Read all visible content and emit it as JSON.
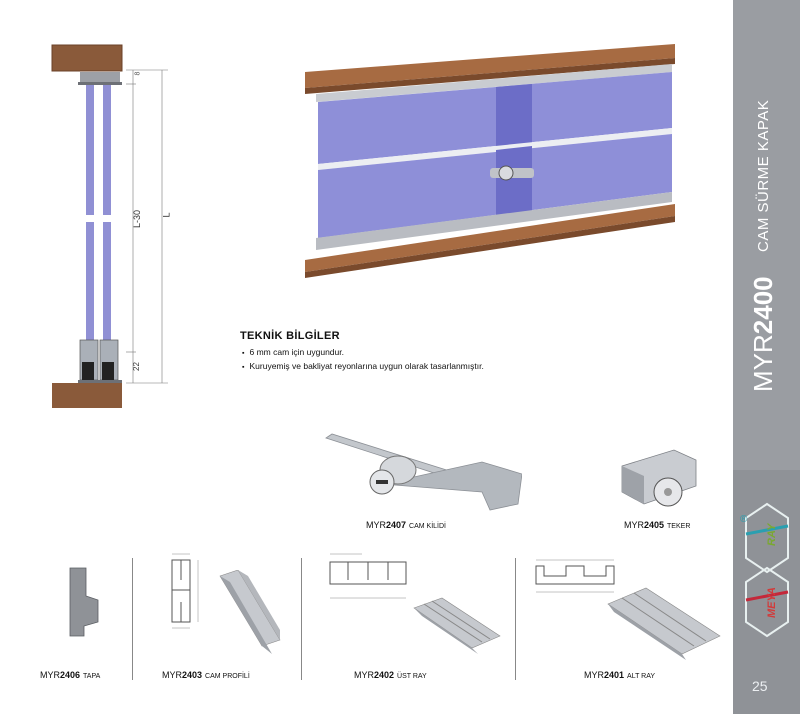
{
  "side": {
    "model_prefix": "MYR",
    "model_number": "2400",
    "product_name": "CAM SÜRME KAPAK",
    "page_number": "25",
    "brand_meya": "MEYA",
    "brand_ray": "RAY",
    "registered": "®"
  },
  "drawing": {
    "dim_top": "8",
    "dim_l30": "L-30",
    "dim_l": "L",
    "dim_bottom": "22"
  },
  "tech": {
    "title": "TEKNİK BİLGİLER",
    "bullets": [
      "6 mm cam için uygundur.",
      "Kuruyemiş ve bakliyat reyonlarına uygun olarak tasarlanmıştır."
    ]
  },
  "products": [
    {
      "prefix": "MYR",
      "number": "2407",
      "name": "CAM KİLİDİ"
    },
    {
      "prefix": "MYR",
      "number": "2405",
      "name": "TEKER"
    },
    {
      "prefix": "MYR",
      "number": "2406",
      "name": "TAPA"
    },
    {
      "prefix": "MYR",
      "number": "2403",
      "name": "CAM PROFİLİ"
    },
    {
      "prefix": "MYR",
      "number": "2402",
      "name": "ÜST RAY"
    },
    {
      "prefix": "MYR",
      "number": "2401",
      "name": "ALT RAY"
    }
  ],
  "colors": {
    "wood": "#8a5a3a",
    "glass": "#8f8fd0",
    "aluminium": "#b9bcc2",
    "side_band": "#8f9297"
  }
}
